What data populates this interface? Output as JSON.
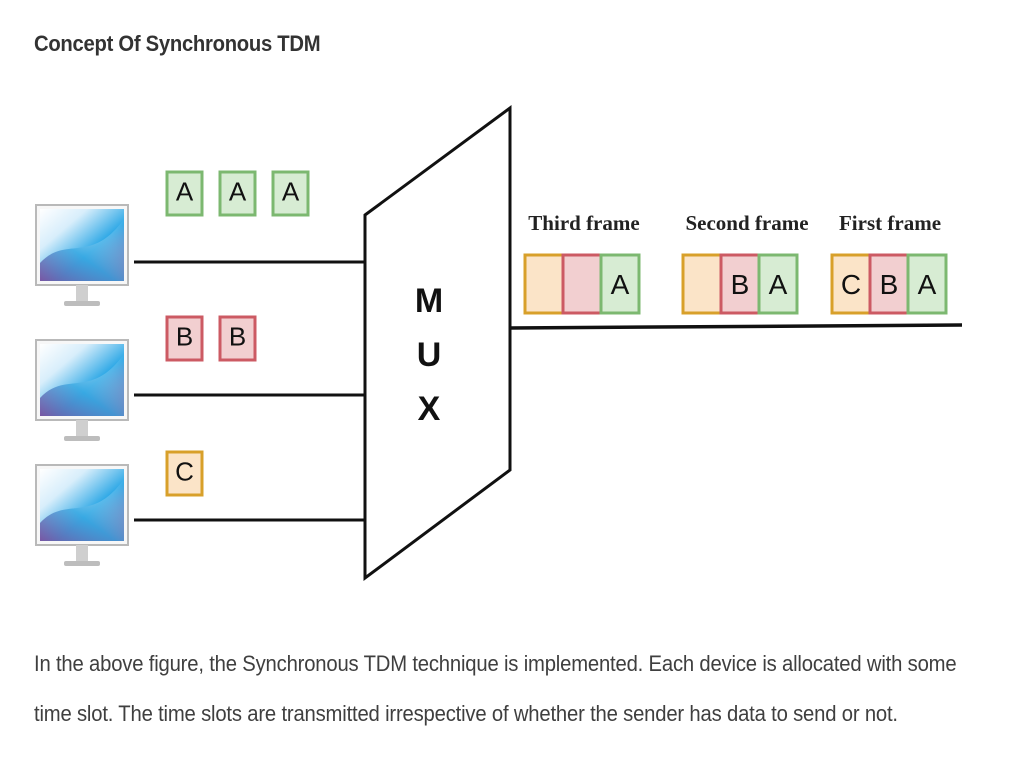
{
  "title": "Concept Of Synchronous TDM",
  "mux": {
    "letters": [
      "M",
      "U",
      "X"
    ]
  },
  "devices": [
    {
      "packets": [
        "A",
        "A",
        "A"
      ]
    },
    {
      "packets": [
        "B",
        "B"
      ]
    },
    {
      "packets": [
        "C"
      ]
    }
  ],
  "frames": [
    {
      "label": "Third frame",
      "slots": [
        "",
        "",
        "A"
      ]
    },
    {
      "label": "Second frame",
      "slots": [
        "",
        "B",
        "A"
      ]
    },
    {
      "label": "First frame",
      "slots": [
        "C",
        "B",
        "A"
      ]
    }
  ],
  "colors": {
    "A": {
      "fill": "#d7ecd3",
      "stroke": "#7cb870"
    },
    "B": {
      "fill": "#f2cfd0",
      "stroke": "#cc5a63"
    },
    "C": {
      "fill": "#fbe4c8",
      "stroke": "#d8a02a"
    },
    "line": "#111111",
    "screen_glow": "#2ea8e6",
    "screen_shadow": "#6a3f8f"
  },
  "caption": {
    "line1": "In the above figure, the Synchronous TDM technique is implemented. Each device is allocated with some",
    "line2": "time slot. The time slots are transmitted irrespective of whether the sender has data to send or not."
  }
}
